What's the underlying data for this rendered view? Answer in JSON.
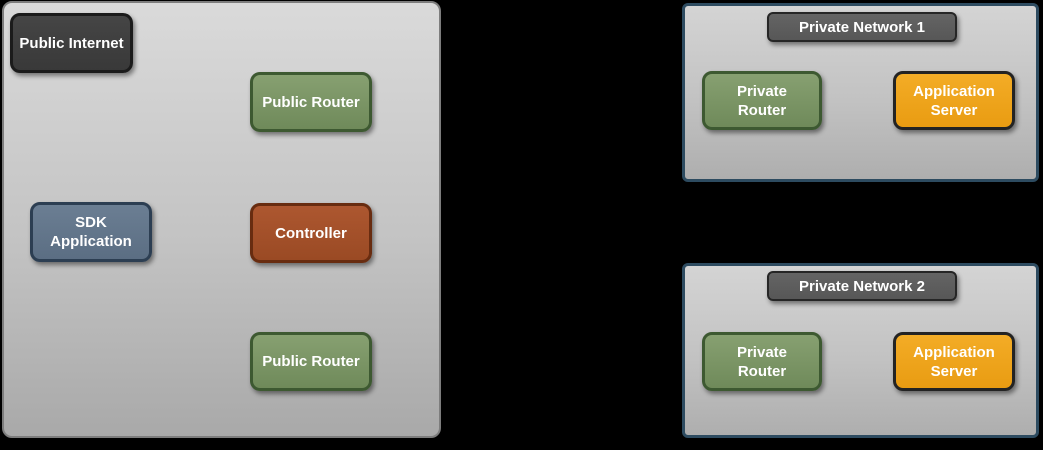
{
  "public_zone": {
    "internet_label": "Public Internet",
    "router_top_label": "Public Router",
    "sdk_app_label": "SDK Application",
    "controller_label": "Controller",
    "router_bottom_label": "Public Router"
  },
  "private_network_1": {
    "title": "Private Network 1",
    "router_label": "Private Router",
    "server_label": "Application Server"
  },
  "private_network_2": {
    "title": "Private Network 2",
    "router_label": "Private Router",
    "server_label": "Application Server"
  },
  "colors": {
    "background": "#000000",
    "zone_fill_top": "#d9d9d9",
    "zone_fill_bottom": "#a9a9a9",
    "public_zone_border": "#7d7d7d",
    "private_network_border": "#2d4b60",
    "node_dark_fill": "#3e3e3e",
    "node_dark_border": "#1b1b1b",
    "node_green_fill": "#7d9667",
    "node_green_border": "#3d5931",
    "node_slate_fill": "#64778b",
    "node_slate_border": "#2c3e52",
    "node_rust_fill": "#a4512b",
    "node_rust_border": "#682c10",
    "node_orange_fill": "#f0a41c",
    "node_orange_border": "#232323",
    "title_bar_fill": "#5e5e5e",
    "title_bar_border": "#262626",
    "label_text": "#ffffff"
  }
}
